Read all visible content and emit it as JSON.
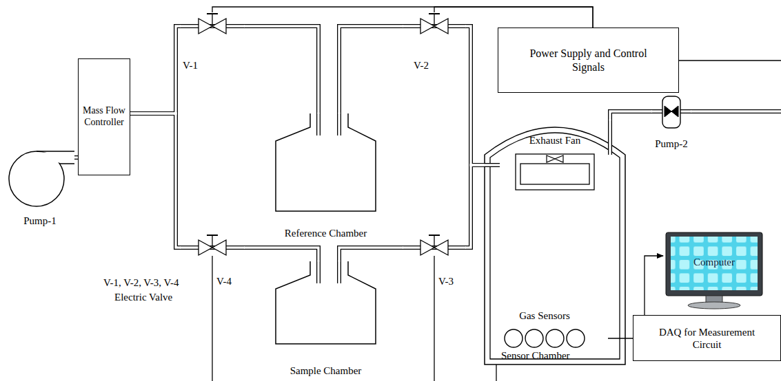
{
  "diagram": {
    "nodes": [
      {
        "text": [
          "Pump-1"
        ]
      },
      {
        "text": [
          "Mass Flow Controller"
        ]
      },
      {
        "text": [
          "V-1"
        ]
      },
      {
        "text": [
          "V-2"
        ]
      },
      {
        "text": [
          "Reference Chamber"
        ]
      },
      {
        "text": [
          "V-4"
        ]
      },
      {
        "text": [
          "V-3"
        ]
      },
      {
        "text": [
          "Sample Chamber"
        ]
      },
      {
        "text": [
          "Power Supply and Control Signals"
        ]
      },
      {
        "text": [
          "Sensor Chamber"
        ]
      },
      {
        "text": [
          "Exhaust Fan"
        ],
        "in": 9
      },
      {
        "text": [
          "Gas Sensors"
        ],
        "in": 9
      },
      {
        "text": [
          "Pump-2"
        ]
      },
      {
        "text": [
          "Computer"
        ]
      },
      {
        "text": [
          "DAQ for Measurement Circuit"
        ]
      }
    ],
    "edges": [
      {
        "from": 0,
        "to": 1,
        "arrow": "none"
      },
      {
        "from": 1,
        "to": 2,
        "arrow": "none"
      },
      {
        "from": 1,
        "to": 5,
        "arrow": "none"
      },
      {
        "from": 2,
        "to": 4,
        "arrow": "none"
      },
      {
        "from": 4,
        "to": 3,
        "arrow": "none"
      },
      {
        "from": 5,
        "to": 7,
        "arrow": "none"
      },
      {
        "from": 7,
        "to": 6,
        "arrow": "none"
      },
      {
        "from": 3,
        "to": 9,
        "arrow": "none"
      },
      {
        "from": 6,
        "to": 9,
        "arrow": "none"
      },
      {
        "from": 9,
        "to": 12,
        "arrow": "none"
      },
      {
        "from": 2,
        "to": 8,
        "arrow": "none"
      },
      {
        "from": 3,
        "to": 8,
        "arrow": "none"
      },
      {
        "from": 11,
        "to": 14,
        "arrow": "none"
      },
      {
        "from": 14,
        "to": 13,
        "arrow": "to"
      }
    ],
    "labels": [
      "V-1, V-2, V-3, V-4",
      "Electric Valve"
    ]
  }
}
